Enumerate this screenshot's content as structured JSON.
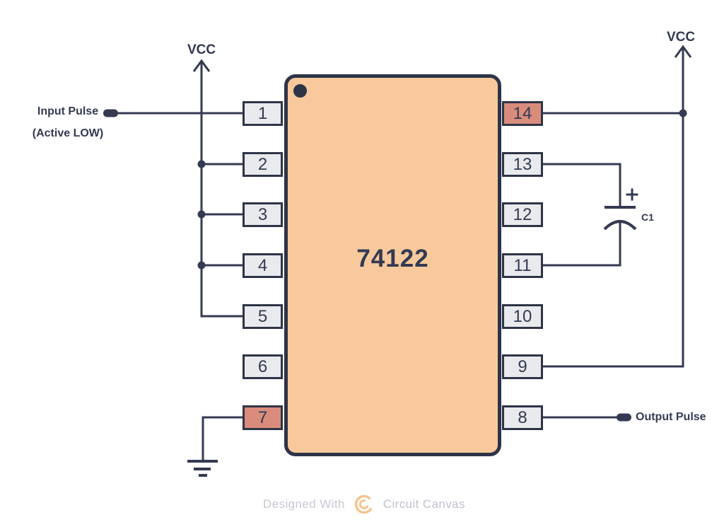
{
  "ic": {
    "label": "74122"
  },
  "power": {
    "vcc_left": "VCC",
    "vcc_right": "VCC"
  },
  "labels": {
    "input_line1": "Input Pulse",
    "input_line2": "(Active LOW)",
    "output": "Output Pulse",
    "capacitor": "C1"
  },
  "pins": {
    "left": [
      {
        "num": "1",
        "highlight": false
      },
      {
        "num": "2",
        "highlight": false
      },
      {
        "num": "3",
        "highlight": false
      },
      {
        "num": "4",
        "highlight": false
      },
      {
        "num": "5",
        "highlight": false
      },
      {
        "num": "6",
        "highlight": false
      },
      {
        "num": "7",
        "highlight": true
      }
    ],
    "right": [
      {
        "num": "14",
        "highlight": true
      },
      {
        "num": "13",
        "highlight": false
      },
      {
        "num": "12",
        "highlight": false
      },
      {
        "num": "11",
        "highlight": false
      },
      {
        "num": "10",
        "highlight": false
      },
      {
        "num": "9",
        "highlight": false
      },
      {
        "num": "8",
        "highlight": false
      }
    ]
  },
  "watermark": {
    "prefix": "Designed With",
    "brand": "Circuit Canvas"
  },
  "colors": {
    "line": "#343A52",
    "border": "#2E3448",
    "ic_fill": "#F7C99C",
    "pin_fill": "#E9EAED",
    "pin_highlight": "#DA8C7C",
    "watermark_text": "#C5C8D2",
    "logo_orange": "#F5C48E"
  }
}
